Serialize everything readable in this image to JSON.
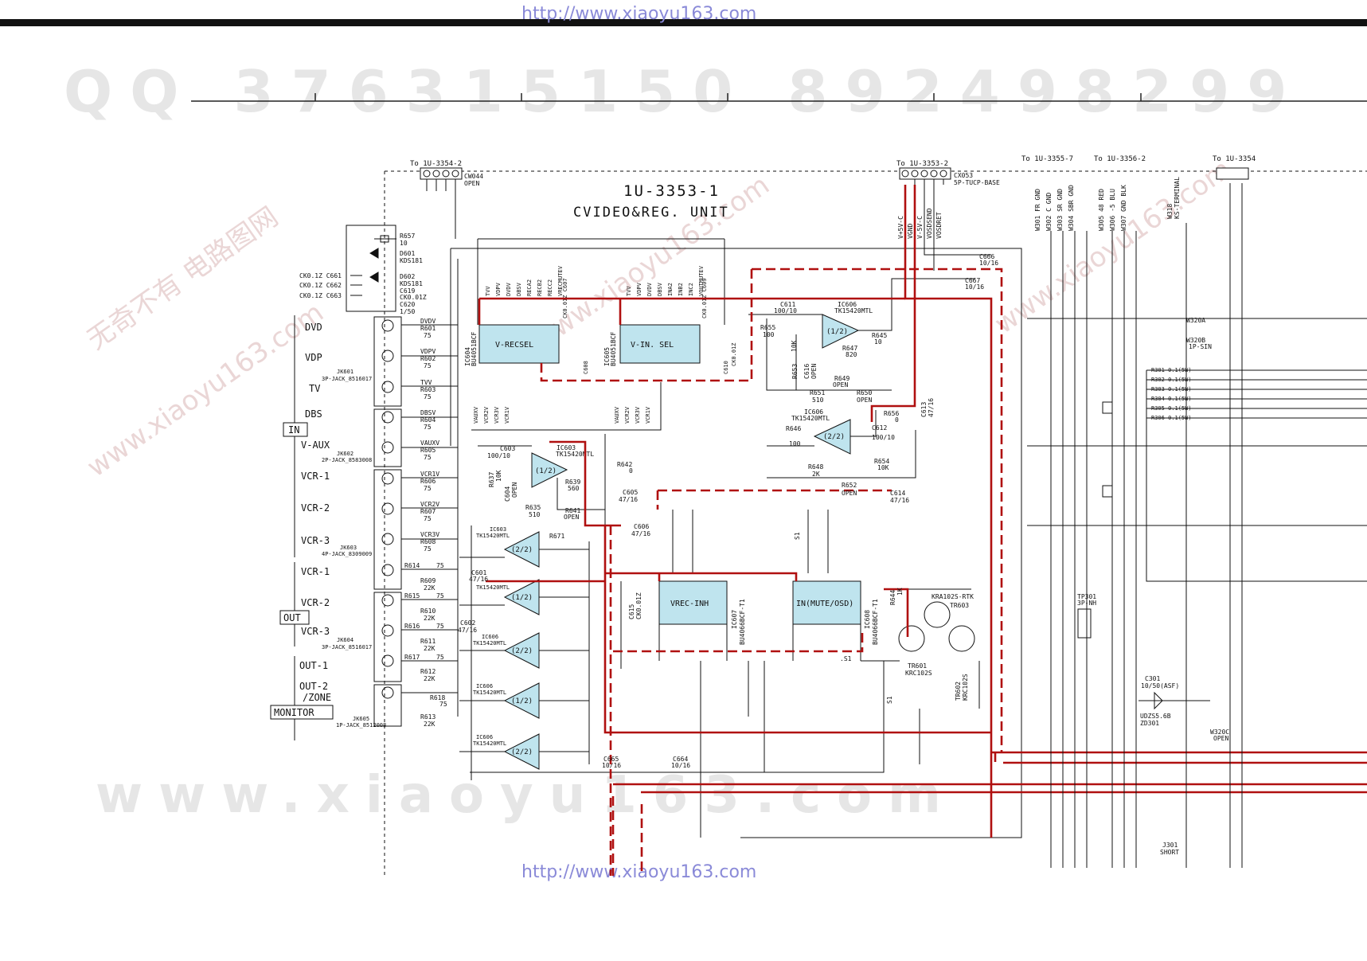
{
  "watermarks": {
    "url_top": "http://www.xiaoyu163.com",
    "url_bottom": "http://www.xiaoyu163.com",
    "qq": "QQ 376315150  892498299",
    "www": "www.xiaoyu163.com",
    "site_cn": "无奇不有 电路图网"
  },
  "unit": {
    "title": "1U-3353-1",
    "subtitle": "CVIDEO&REG. UNIT"
  },
  "connectors": {
    "cw044": {
      "to": "To 1U-3354-2",
      "ref": "CW044",
      "note": "OPEN"
    },
    "cx053": {
      "to": "To 1U-3353-2",
      "ref": "CX053",
      "note": "5P-TUCP-BASE",
      "pins": [
        "V+5V-C",
        "VGND",
        "V-5V-C",
        "VOSDSEND",
        "VOSDRET"
      ]
    },
    "to_3355": "To 1U-3355-7",
    "to_3356": "To 1U-3356-2",
    "to_3354_right": "To 1U-3354"
  },
  "io_labels": {
    "dvd": "DVD",
    "vdp": "VDP",
    "tv": "TV",
    "dbs": "DBS",
    "in_box": "IN",
    "v_aux": "V-AUX",
    "vcr1": "VCR-1",
    "vcr2": "VCR-2",
    "vcr3": "VCR-3",
    "out_vcr1": "VCR-1",
    "out_vcr2": "VCR-2",
    "out_vcr3": "VCR-3",
    "out_box": "OUT",
    "out1": "OUT-1",
    "out2": "OUT-2",
    "zone": "/ZONE",
    "monitor_box": "MONITOR"
  },
  "jacks": [
    {
      "ref": "JK601",
      "type": "3P-JACK_8516017"
    },
    {
      "ref": "JK602",
      "type": "2P-JACK_8583008"
    },
    {
      "ref": "JK603",
      "type": "4P-JACK_8309009"
    },
    {
      "ref": "JK604",
      "type": "3P-JACK_8516017"
    },
    {
      "ref": "JK605",
      "type": "1P-JACK_8512008"
    }
  ],
  "ics": {
    "ic604": {
      "ref": "IC604",
      "part": "BU4051BCF",
      "name": "V-RECSEL"
    },
    "ic605": {
      "ref": "IC605",
      "part": "BU4051BCF",
      "name": "V-IN. SEL"
    },
    "ic606a": {
      "ref": "IC606",
      "part": "TK15420MTL",
      "unit": "(1/2)"
    },
    "ic606b": {
      "ref": "IC606",
      "part": "TK15420MTL",
      "unit": "(2/2)"
    },
    "ic603": {
      "ref": "IC603",
      "part": "TK15420MTL",
      "unit": "(1/2)"
    },
    "ic607": {
      "ref": "IC607",
      "part": "BU4066BCF-T1",
      "name": "VREC-INH"
    },
    "ic608": {
      "ref": "IC608",
      "part": "BU4066BCF-T1",
      "name": "IN(MUTE/OSD)"
    }
  },
  "tr": [
    {
      "ref": "TR603",
      "part": "KRA102S-RTK"
    },
    {
      "ref": "TR601",
      "part": "KRC102S"
    },
    {
      "ref": "TR602",
      "part": "KRC102S"
    }
  ],
  "parts": {
    "r657": "R657",
    "r657v": "10",
    "d601": "D601",
    "d601p": "KDS181",
    "d602": "D602",
    "d602p": "KDS181",
    "c619": "C619",
    "c619v": "CK0.01Z",
    "c620": "C620",
    "c620v": "1/50",
    "c661": "CK0.1Z C661",
    "c662": "CK0.1Z C662",
    "c663": "CK0.1Z C663",
    "c611": "C611",
    "c611v": "100/10",
    "r655": "R655",
    "r655v": "100",
    "r653": "R653",
    "r653v": "10K",
    "c616": "C616",
    "c616v": "OPEN",
    "r645": "R645",
    "r645v": "10",
    "r647": "R647",
    "r647v": "820",
    "r649": "R649",
    "r649v": "OPEN",
    "r651": "R651",
    "r651v": "510",
    "r650": "R650",
    "r650v": "OPEN",
    "c613": "C613",
    "c613v": "47/16",
    "r656": "R656",
    "r656v": "0",
    "c612": "C612",
    "c612v": "100/10",
    "r646": "R646",
    "r646v": "100",
    "r648": "R648",
    "r648v": "2K",
    "r654": "R654",
    "r654v": "10K",
    "r652": "R652",
    "r652v": "OPEN",
    "c614": "C614",
    "c614v": "47/16",
    "c666": "C666",
    "c666v": "10/16",
    "c667": "C667",
    "c667v": "10/16",
    "c603": "C603",
    "c603v": "100/10",
    "r637": "R637",
    "r637v": "10K",
    "c604": "C604",
    "c604v": "OPEN",
    "r639": "R639",
    "r639v": "560",
    "r635": "R635",
    "r635v": "510",
    "r641": "R641",
    "r641v": "OPEN",
    "r642": "R642",
    "r642v": "0",
    "c605": "C605",
    "c605v": "47/16",
    "c606": "C606",
    "c606v": "47/16",
    "r671": "R671",
    "c607": "CK0.01Z C607",
    "c608": "C608",
    "c609": "CK0.01Z C609",
    "c610": "C610",
    "c610v": "CK0.01Z",
    "c615": "C615",
    "c615v": "CK0.01Z",
    "c665": "C665",
    "c665v": "10/16",
    "c664": "C664",
    "c664v": "10/16",
    "r644": "R644",
    "r644v": "1K",
    "c601": "C601",
    "c601v": "47/16",
    "c602": "C602",
    "c602v": "47/16",
    "s1": "S1",
    "s1b": ".S1",
    "s1c": "S1"
  },
  "input_res": [
    {
      "sig": "DVDV",
      "ref": "R601",
      "val": "75"
    },
    {
      "sig": "VDPV",
      "ref": "R602",
      "val": "75"
    },
    {
      "sig": "TVV",
      "ref": "R603",
      "val": "75"
    },
    {
      "sig": "DBSV",
      "ref": "R604",
      "val": "75"
    },
    {
      "sig": "VAUXV",
      "ref": "R605",
      "val": "75"
    },
    {
      "sig": "VCR1V",
      "ref": "R606",
      "val": "75"
    },
    {
      "sig": "VCR2V",
      "ref": "R607",
      "val": "75"
    },
    {
      "sig": "VCR3V",
      "ref": "R608",
      "val": "75"
    }
  ],
  "output_res": [
    {
      "ref": "R614",
      "val": "75"
    },
    {
      "ref": "R609",
      "val": "22K"
    },
    {
      "ref": "R615",
      "val": "75"
    },
    {
      "ref": "R610",
      "val": "22K"
    },
    {
      "ref": "R616",
      "val": "75"
    },
    {
      "ref": "R611",
      "val": "22K"
    },
    {
      "ref": "R617",
      "val": "75"
    },
    {
      "ref": "R612",
      "val": "22K"
    },
    {
      "ref": "R618",
      "val": "75"
    },
    {
      "ref": "R613",
      "val": "22K"
    }
  ],
  "bus_ic604": [
    "TVV",
    "VDPV",
    "DVDV",
    "DBSV",
    "RECA2",
    "RECB2",
    "RECC2",
    "VRECMUTEV"
  ],
  "bus_ic605": [
    "TVV",
    "VDPV",
    "DVDV",
    "DBSV",
    "INA2",
    "INB2",
    "INC2",
    "VOUTMUTEV"
  ],
  "bus_ic604_bot": [
    "VAUXV",
    "VCR2V",
    "VCR3V",
    "VCR1V"
  ],
  "bus_ic605_bot": [
    "VAUXV",
    "VCR2V",
    "VCR3V",
    "VCR1V"
  ],
  "right_side": {
    "w_left": [
      "W301 FR GND",
      "W302 C GND",
      "W303 SR GND",
      "W304 SBR GND"
    ],
    "w_right": [
      "W305 48 RED",
      "W306 -5 BLU",
      "W307 GND BLK"
    ],
    "w318": "W318",
    "w318b": "KS-TERMINAL",
    "w320a": "W320A",
    "w320b": "W320B",
    "w320bt": "1P-SIN",
    "res": [
      "R301 0.1(5W)",
      "R302 0.1(5W)",
      "R303 0.1(5W)",
      "R304 0.1(5W)",
      "R305 0.1(5W)",
      "R306 0.1(5W)"
    ],
    "tp301": "TP301",
    "tp301b": "3P-NH",
    "c301": "C301",
    "c301v": "10/50(ASF)",
    "zd301": "UDZS5.6B",
    "zd301b": "ZD301",
    "w320c": "W320C",
    "w320cb": "OPEN",
    "j301": "J301",
    "j301v": "SHORT"
  }
}
